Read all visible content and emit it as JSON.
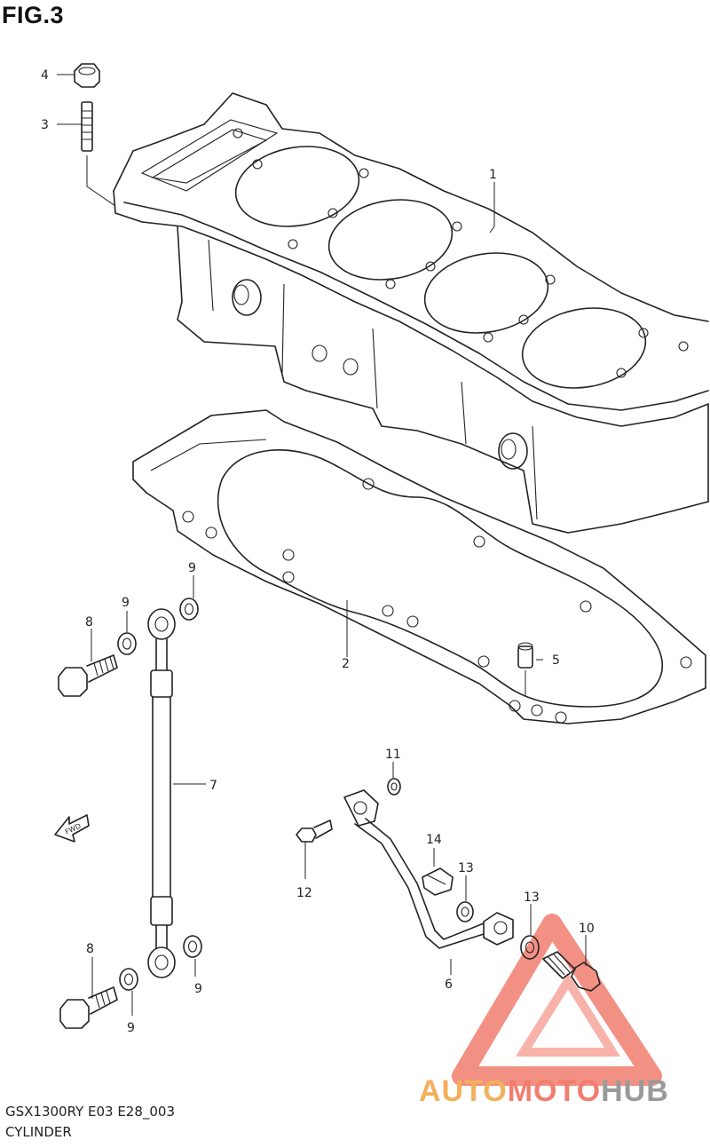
{
  "figure": {
    "title": "FIG.3",
    "model_code": "GSX1300RY E03 E28_003",
    "section_name": "CYLINDER"
  },
  "callouts": [
    "1",
    "2",
    "3",
    "4",
    "5",
    "6",
    "7",
    "8",
    "8",
    "9",
    "9",
    "9",
    "9",
    "10",
    "11",
    "12",
    "13",
    "13",
    "14"
  ],
  "fwd_arrow": {
    "label": "FWD"
  },
  "watermark": {
    "part_a": "AUTO",
    "part_b": "MOTO",
    "part_c": "HUB",
    "colors": {
      "auto": "#f3b05c",
      "moto": "#f27d6f",
      "hub": "#9a9a9a",
      "triangle": "#f27d6f"
    }
  }
}
